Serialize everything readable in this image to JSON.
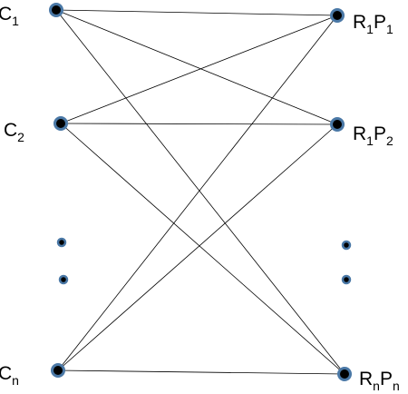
{
  "diagram": {
    "left_nodes": [
      {
        "id": "c1",
        "base": "C",
        "sub": "1"
      },
      {
        "id": "c2",
        "base": "C",
        "sub": "2"
      },
      {
        "id": "cn",
        "base": "C",
        "sub": "n"
      }
    ],
    "right_nodes": [
      {
        "id": "r1p1",
        "parts": [
          [
            "R",
            "1"
          ],
          [
            "P",
            "1"
          ]
        ]
      },
      {
        "id": "r1p2",
        "parts": [
          [
            "R",
            "1"
          ],
          [
            "P",
            "2"
          ]
        ]
      },
      {
        "id": "rnpn",
        "parts": [
          [
            "R",
            "n"
          ],
          [
            "P",
            "n"
          ]
        ]
      }
    ],
    "edges": [
      [
        "c1",
        "r1p1"
      ],
      [
        "c1",
        "r1p2"
      ],
      [
        "c1",
        "rnpn"
      ],
      [
        "c2",
        "r1p1"
      ],
      [
        "c2",
        "r1p2"
      ],
      [
        "c2",
        "rnpn"
      ],
      [
        "cn",
        "r1p1"
      ],
      [
        "cn",
        "r1p2"
      ],
      [
        "cn",
        "rnpn"
      ]
    ],
    "colors": {
      "node_fill": "#000000",
      "node_ring": "#4a78a6",
      "edge": "#000000",
      "background": "#ffffff"
    }
  }
}
